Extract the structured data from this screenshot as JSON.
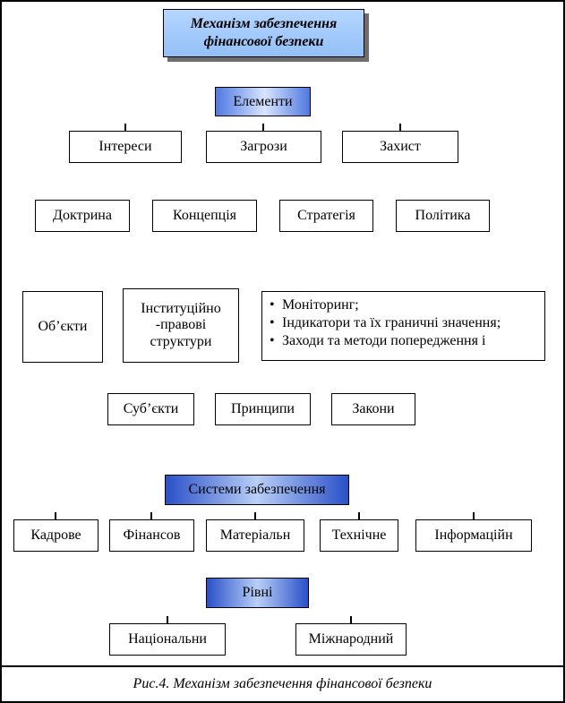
{
  "title": "Механізм забезпечення фінансової безпеки",
  "headers": {
    "elements": "Елементи",
    "systems": "Системи забезпечення",
    "levels": "Рівні"
  },
  "row1": [
    "Інтереси",
    "Загрози",
    "Захист"
  ],
  "row2": [
    "Доктрина",
    "Концепція",
    "Стратегія",
    "Політика"
  ],
  "row3": {
    "objects": "Об’єкти",
    "institutional_lines": [
      "Інституційно",
      "-правові",
      "структури"
    ],
    "bullet_marker": "•",
    "bullets": [
      "Моніторинг;",
      "Індикатори та їх граничні значення;",
      "Заходи та методи попередження і"
    ]
  },
  "row4": [
    "Суб’єкти",
    "Принципи",
    "Закони"
  ],
  "row5": [
    "Кадрове",
    "Фінансов",
    "Матеріальн",
    "Технічне",
    "Інформаційн"
  ],
  "row6": [
    "Національни",
    "Міжнародний"
  ],
  "caption": "Рис.4. Механізм забезпечення фінансової безпеки",
  "colors": {
    "gradient_dark": "#2a50c8",
    "gradient_light_center": "#b9cff7",
    "title_fill": "#99ccff",
    "shadow": "#6e6e6e"
  }
}
